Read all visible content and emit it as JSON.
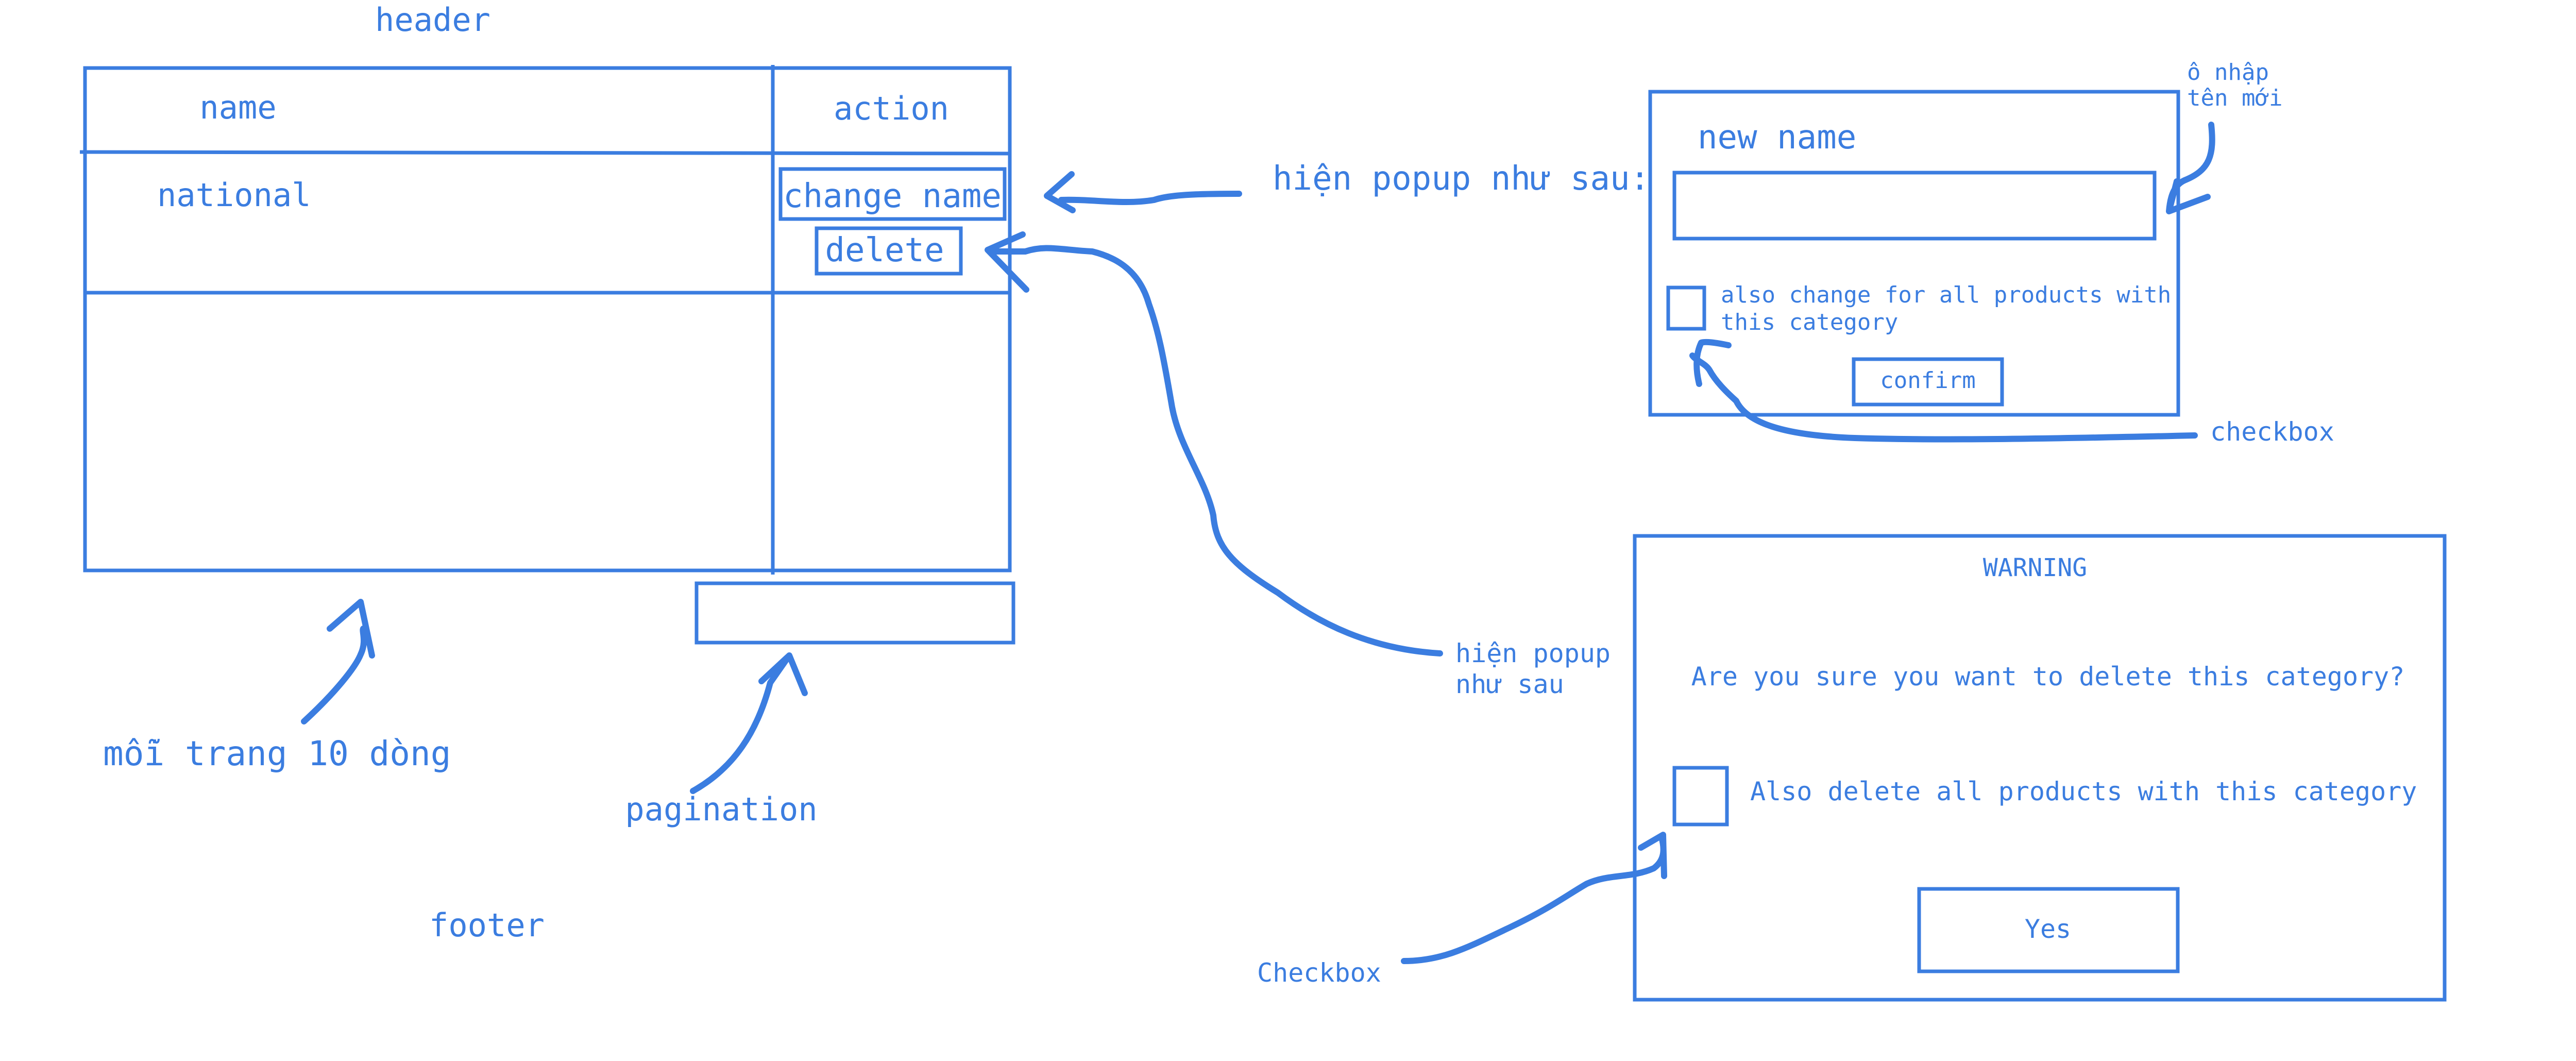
{
  "sketch": {
    "header_label": "header",
    "footer_label": "footer",
    "table": {
      "columns": [
        "name",
        "action"
      ],
      "rows": [
        {
          "name": "national",
          "actions": [
            "change name",
            "delete"
          ]
        }
      ]
    },
    "rows_per_page_note": "mỗi trang 10 dòng",
    "pagination_label": "pagination"
  },
  "annotations": {
    "rename_popup_note": "hiện popup như sau:",
    "delete_popup_note_line1": "hiện popup",
    "delete_popup_note_line2": "như sau",
    "new_name_input_note_line1": "ô nhập",
    "new_name_input_note_line2": "tên mới",
    "rename_checkbox_note": "checkbox",
    "delete_checkbox_note": "Checkbox"
  },
  "rename_popup": {
    "title": "new name",
    "input_value": "",
    "checkbox_label_line1": "also change for all products with",
    "checkbox_label_line2": "this category",
    "confirm_label": "confirm"
  },
  "delete_popup": {
    "title": "WARNING",
    "message": "Are you sure you want to delete this category?",
    "checkbox_label": "Also delete all products with this category",
    "yes_label": "Yes"
  },
  "colors": {
    "ink": "#3b7de0",
    "background": "#ffffff"
  }
}
